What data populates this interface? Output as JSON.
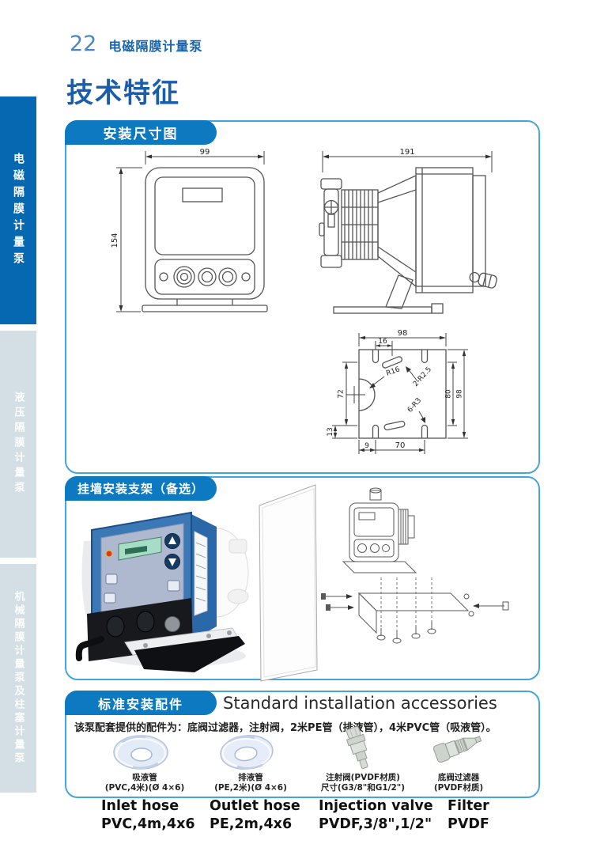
{
  "page": {
    "number": "22",
    "category": "电磁隔膜计量泵",
    "title": "技术特征"
  },
  "sidebar": {
    "tabs": [
      {
        "label": "电磁隔膜计量泵",
        "active": true
      },
      {
        "label": "液压隔膜计量泵",
        "active": false
      },
      {
        "label": "机械隔膜计量泵及柱塞计量泵",
        "active": false
      }
    ]
  },
  "sections": {
    "dimensions": {
      "title": "安装尺寸图",
      "front_view": {
        "dim_width": "99",
        "dim_height": "154"
      },
      "side_view": {
        "dim_length": "191"
      },
      "plate": {
        "dim_top_width": "98",
        "dim_slot_offset": "16",
        "dim_left_height": "72",
        "dim_left_bottom": "13",
        "dim_right_inner": "80",
        "dim_right_outer": "98",
        "dim_bottom_left": "9",
        "dim_bottom_width": "70",
        "label_center_radius": "R16",
        "label_slots": "2-R2.5",
        "label_holes": "6-R3"
      }
    },
    "bracket": {
      "title": "挂墙安装支架（备选）"
    },
    "accessories": {
      "title": "标准安装配件",
      "title_en": "Standard installation accessories",
      "description": "该泵配套提供的配件为：底阀过滤器，注射阀，2米PE管（排液管），4米PVC管（吸液管）。",
      "items": [
        {
          "name_cn": "吸液管",
          "spec_cn": "(PVC,4米)(Ø 4×6)",
          "name_en": "Inlet hose",
          "spec_en": "PVC,4m,4x6"
        },
        {
          "name_cn": "排液管",
          "spec_cn": "(PE,2米)(Ø 4×6)",
          "name_en": "Outlet hose",
          "spec_en": "PE,2m,4x6"
        },
        {
          "name_cn": "注射阀(PVDF材质)",
          "spec_cn": "尺寸(G3/8\"和G1/2\")",
          "name_en": "Injection valve",
          "spec_en": "PVDF,3/8\",1/2\""
        },
        {
          "name_cn": "底阀过滤器",
          "spec_cn": "(PVDF材质)",
          "name_en": "Filter",
          "spec_en": "PVDF"
        }
      ]
    }
  },
  "colors": {
    "accent_blue": "#0d79c0",
    "sidebar_active": "#0568b1",
    "box_border": "#45a5de",
    "title_blue": "#1a5dab"
  }
}
